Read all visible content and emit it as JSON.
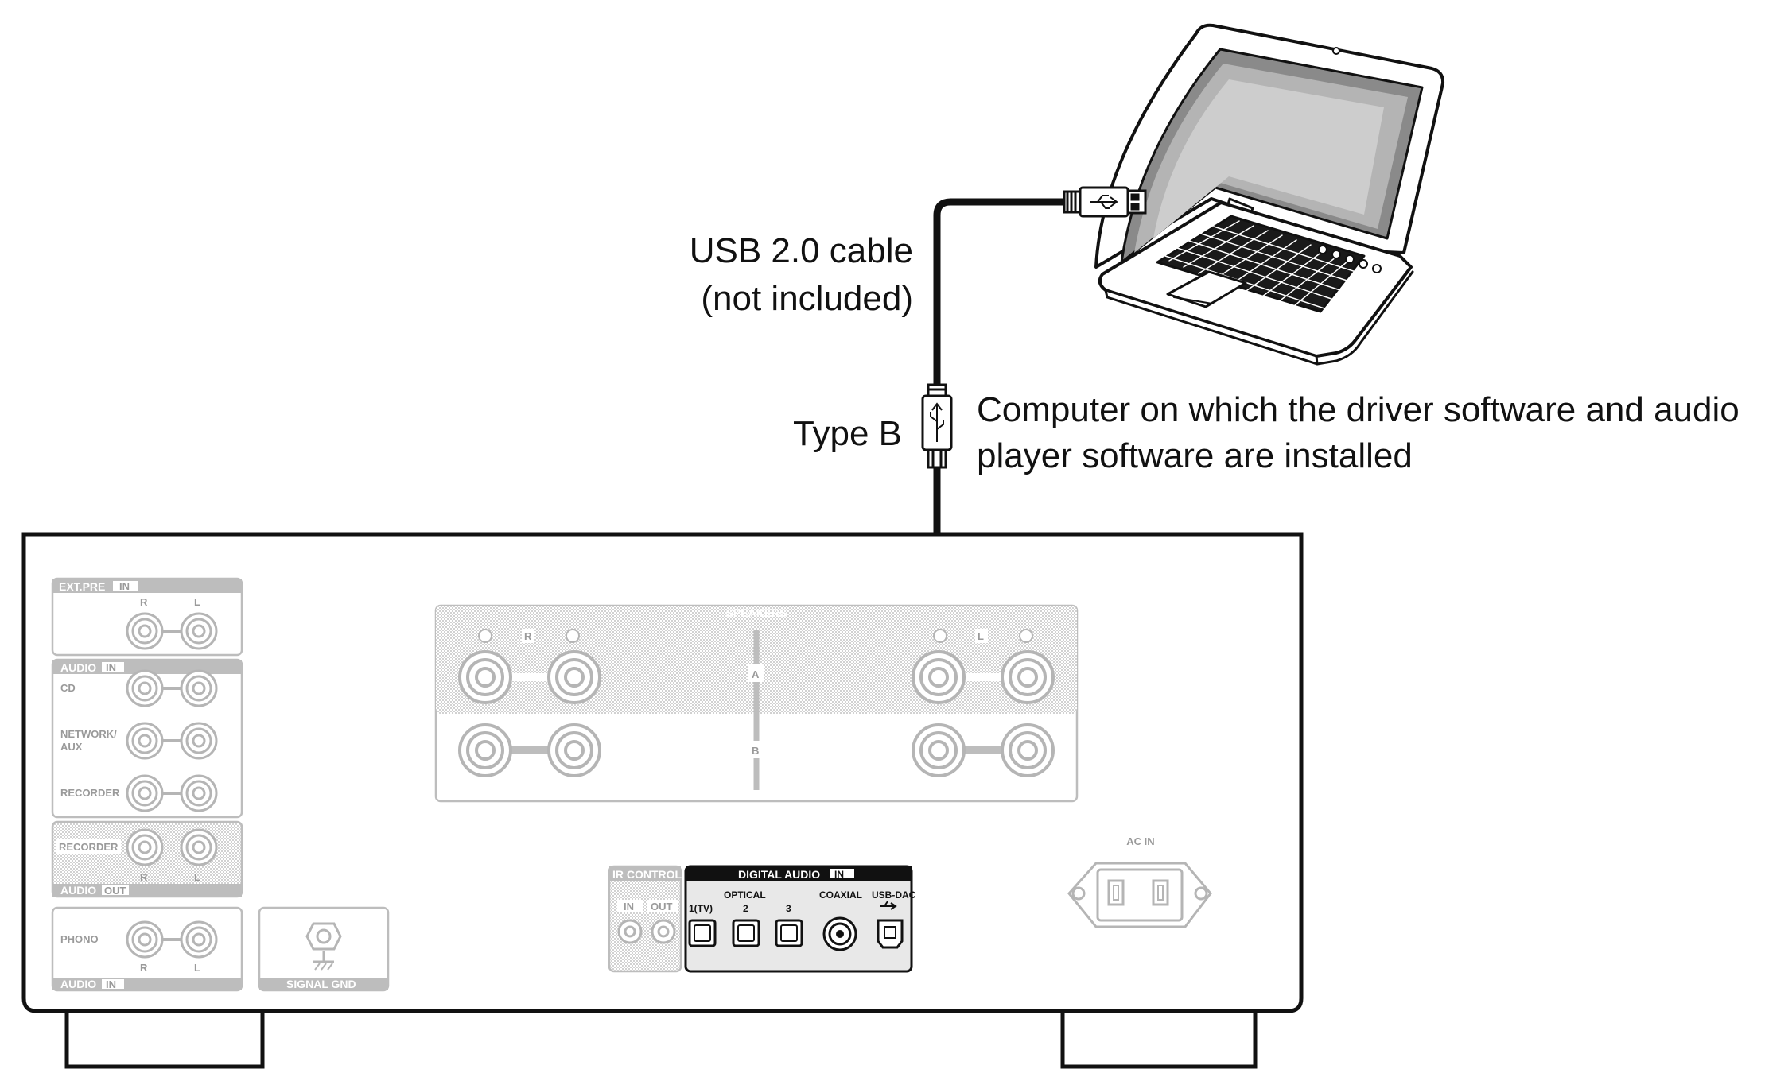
{
  "callouts": {
    "cable_line1": "USB 2.0 cable",
    "cable_line2": "(not included)",
    "plug_type": "Type B",
    "computer_line1": "Computer on which the driver software and audio",
    "computer_line2": "player software are installed"
  },
  "panel": {
    "ext_pre": "EXT.PRE",
    "in": "IN",
    "out": "OUT",
    "r": "R",
    "l": "L",
    "audio": "AUDIO",
    "cd": "CD",
    "network1": "NETWORK/",
    "network2": "AUX",
    "recorder": "RECORDER",
    "phono": "PHONO",
    "signal_gnd": "SIGNAL GND",
    "speakers": "SPEAKERS",
    "a": "A",
    "b": "B",
    "ir_control": "IR CONTROL",
    "digital_audio": "DIGITAL AUDIO",
    "optical": "OPTICAL",
    "opt1": "1(TV)",
    "opt2": "2",
    "opt3": "3",
    "coaxial": "COAXIAL",
    "usb_dac": "USB-DAC",
    "ac_in": "AC IN"
  },
  "colors": {
    "line": "#111111",
    "panel_gray": "#bdbdbd",
    "highlight_bg": "#e8e8e8"
  }
}
